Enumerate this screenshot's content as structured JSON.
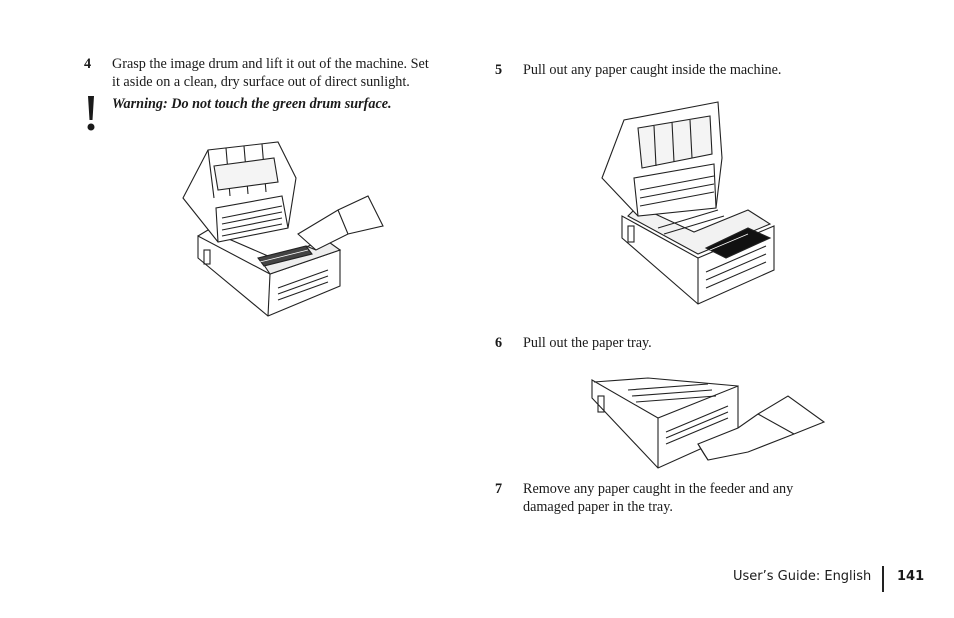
{
  "steps": [
    {
      "num": "4",
      "lines": [
        "Grasp the image drum and lift it out of the machine. Set",
        "it aside on a clean, dry surface out of direct sunlight."
      ]
    },
    {
      "num": "5",
      "lines": [
        "Pull out any paper caught inside the machine."
      ]
    },
    {
      "num": "6",
      "lines": [
        "Pull out the paper tray."
      ]
    },
    {
      "num": "7",
      "lines": [
        "Remove any paper caught in the feeder and any",
        "damaged paper in the tray."
      ]
    }
  ],
  "warning": "Warning: Do not touch the green drum surface.",
  "footer": {
    "guide": "User’s Guide:  English",
    "page": "141"
  },
  "illustrations": [
    "printer-lift-drum-illustration",
    "printer-paper-jam-illustration",
    "printer-pull-tray-illustration"
  ]
}
